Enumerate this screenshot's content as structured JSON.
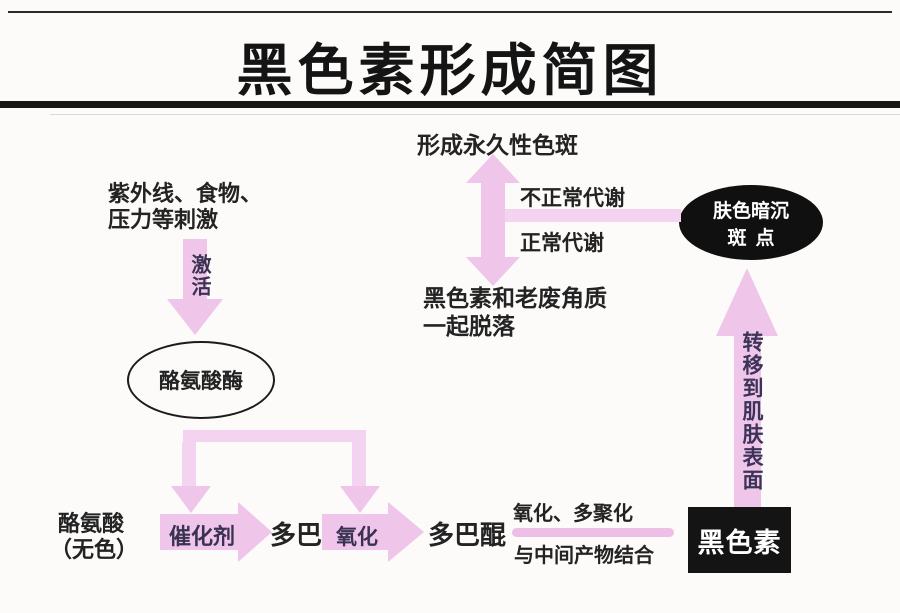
{
  "title": "黑色素形成简图",
  "colors": {
    "arrow_pink": "#efc5ea",
    "arrow_pink_light": "#f4d3f0",
    "ink_on_arrow": "#3a3252",
    "text_black": "#232323",
    "node_black_bg": "#141414",
    "background": "#fcfbf9"
  },
  "nodes": {
    "stimuli": {
      "line1": "紫外线、食物、",
      "line2": "压力等刺激"
    },
    "activate": "激活",
    "tyrosinase": "酪氨酸酶",
    "tyrosine": {
      "line1": "酪氨酸",
      "line2": "（无色）"
    },
    "catalyst": "催化剂",
    "dopa": "多巴",
    "oxidation": "氧化",
    "dopaquinone": "多巴醌",
    "oxidation_polymerization": "氧化、多聚化",
    "combine_intermediate": "与中间产物结合",
    "melanin": "黑色素",
    "transfer_to_skin": "转移到肌肤表面",
    "dull_skin": {
      "line1": "肤色暗沉",
      "line2": "斑点"
    },
    "abnormal_metabolism": "不正常代谢",
    "normal_metabolism": "正常代谢",
    "permanent_spot": "形成永久性色斑",
    "shed": {
      "line1": "黑色素和老废角质",
      "line2": "一起脱落"
    }
  }
}
